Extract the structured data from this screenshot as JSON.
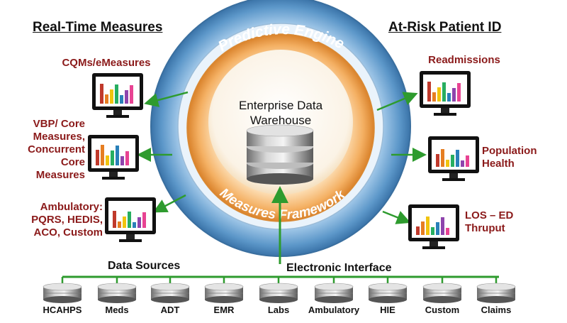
{
  "headings": {
    "left": "Real-Time Measures",
    "right": "At-Risk Patient ID"
  },
  "ring": {
    "outer_label": "Predictive Engine",
    "inner_label": "Measures Framework",
    "center_title_line1": "Enterprise Data",
    "center_title_line2": "Warehouse"
  },
  "left_outputs": [
    {
      "lines": [
        "CQMs/eMeasures"
      ]
    },
    {
      "lines": [
        "VBP/ Core",
        "Measures,",
        "Concurrent",
        "Core",
        "Measures"
      ]
    },
    {
      "lines": [
        "Ambulatory:",
        "PQRS, HEDIS,",
        "ACO, Custom"
      ]
    }
  ],
  "right_outputs": [
    {
      "lines": [
        "Readmissions"
      ]
    },
    {
      "lines": [
        "Population",
        "Health"
      ]
    },
    {
      "lines": [
        "LOS – ED",
        "Thruput"
      ]
    }
  ],
  "bottom": {
    "data_sources_label": "Data Sources",
    "interface_label": "Electronic Interface",
    "sources": [
      "HCAHPS",
      "Meds",
      "ADT",
      "EMR",
      "Labs",
      "Ambulatory",
      "HIE",
      "Custom",
      "Claims"
    ]
  },
  "colors": {
    "label_red": "#8b1a1a",
    "arrow_green": "#2e9b2e",
    "ring_blue": "#5c97c9",
    "ring_orange": "#f0a24a"
  }
}
